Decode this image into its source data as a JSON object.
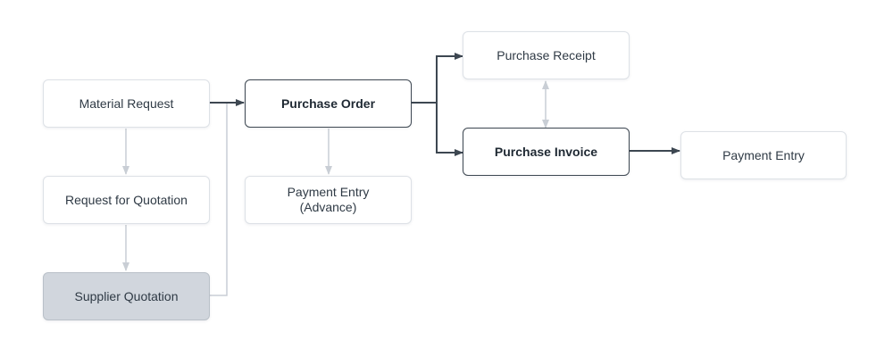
{
  "diagram": {
    "nodes": {
      "material_request": "Material Request",
      "request_for_quotation": "Request for Quotation",
      "supplier_quotation": "Supplier Quotation",
      "purchase_order": "Purchase Order",
      "payment_entry_advance": "Payment Entry\n(Advance)",
      "purchase_receipt": "Purchase Receipt",
      "purchase_invoice": "Purchase Invoice",
      "payment_entry": "Payment Entry"
    },
    "colors": {
      "primary_edge": "#3d4751",
      "secondary_edge": "#c9ced5",
      "highlight_fill": "#d1d6dd"
    }
  }
}
